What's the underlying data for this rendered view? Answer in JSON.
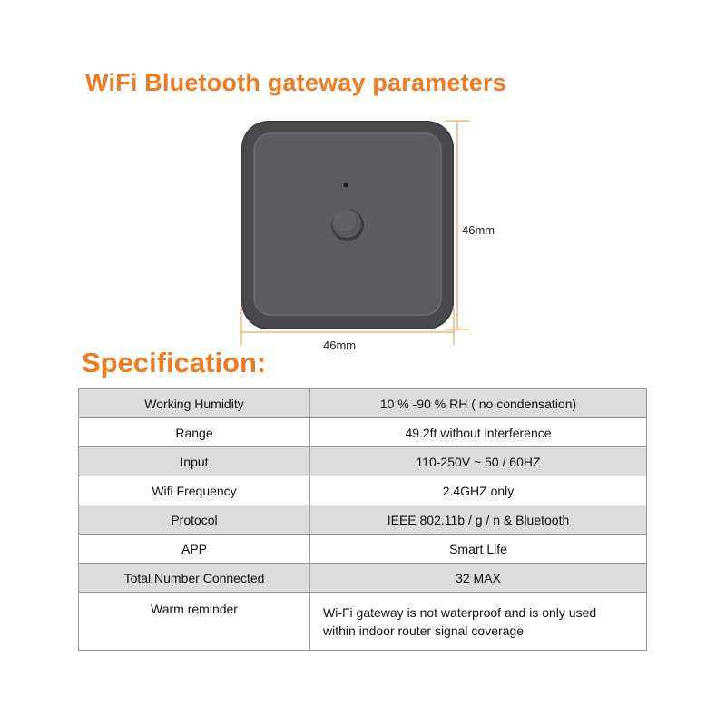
{
  "header": {
    "title": "WiFi Bluetooth gateway parameters"
  },
  "device": {
    "width_label": "46mm",
    "height_label": "46mm",
    "body_color": "#4a4a4c",
    "face_color": "#5e5e60"
  },
  "specification": {
    "title": "Specification:",
    "rows": [
      {
        "label": "Working Humidity",
        "value": "10 % -90 % RH ( no condensation)"
      },
      {
        "label": "Range",
        "value": "49.2ft without interference"
      },
      {
        "label": "Input",
        "value": "110-250V ~ 50 / 60HZ"
      },
      {
        "label": "Wifi Frequency",
        "value": "2.4GHZ only"
      },
      {
        "label": "Protocol",
        "value": "IEEE 802.11b / g / n & Bluetooth"
      },
      {
        "label": "APP",
        "value": "Smart Life"
      },
      {
        "label": "Total Number Connected",
        "value": "32 MAX"
      },
      {
        "label": "Warm reminder",
        "value_lines": [
          "Wi-Fi gateway is not waterproof and is only used",
          "within indoor router signal coverage"
        ]
      }
    ]
  },
  "colors": {
    "accent": "#ee7a22",
    "row_shade": "#dcdcdc",
    "border": "#9a9a9a",
    "dimension_line": "#f0923a"
  }
}
